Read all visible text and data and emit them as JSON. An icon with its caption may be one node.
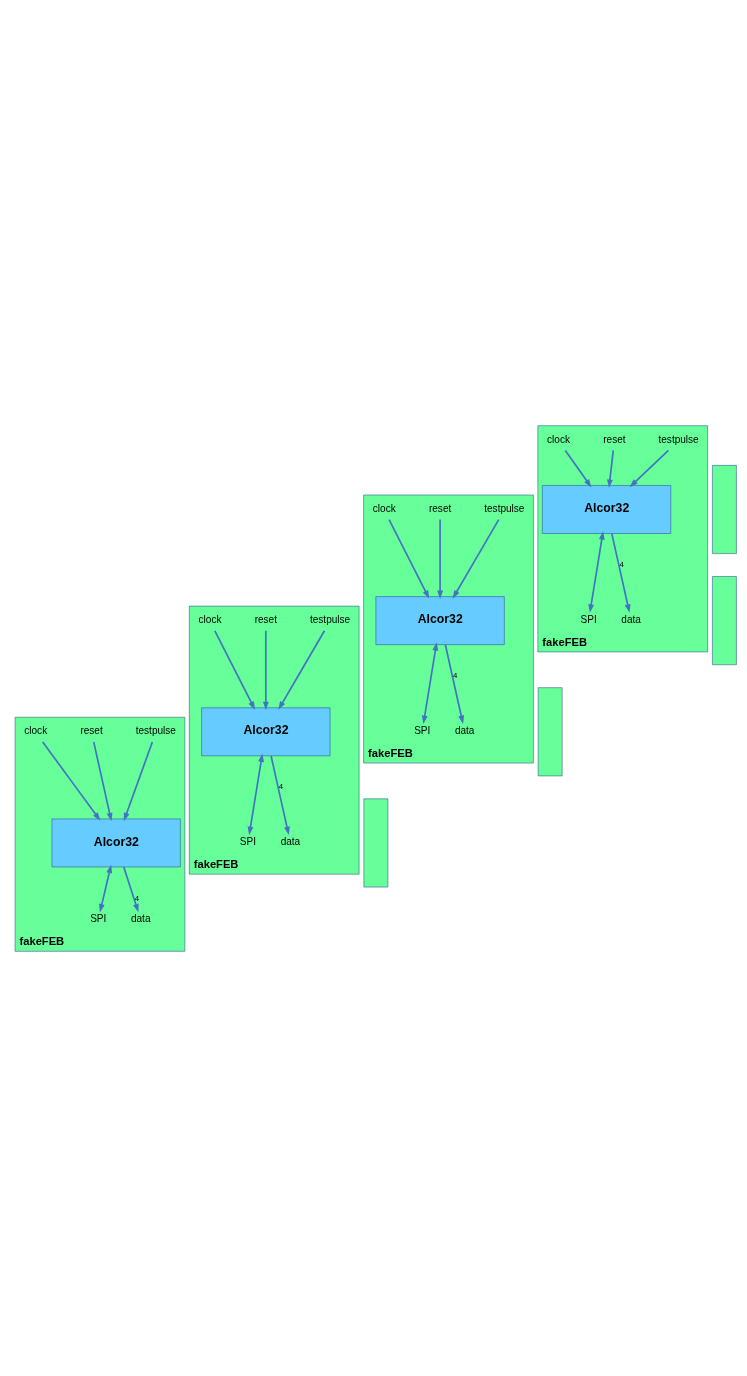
{
  "diagram": {
    "nodes": [
      {
        "text": [
          "fakeFEB"
        ]
      },
      {
        "text": [
          "Alcor32"
        ],
        "in": 0
      },
      {
        "text": [
          "clock"
        ],
        "in": 0
      },
      {
        "text": [
          "reset"
        ],
        "in": 0
      },
      {
        "text": [
          "testpulse"
        ],
        "in": 0
      },
      {
        "text": [
          "SPI"
        ],
        "in": 0
      },
      {
        "text": [
          "data"
        ],
        "in": 0
      },
      {
        "text": [],
        "shape": "box"
      },
      {
        "text": [
          "fakeFEB"
        ]
      },
      {
        "text": [
          "Alcor32"
        ],
        "in": 8
      },
      {
        "text": [
          "clock"
        ],
        "in": 8
      },
      {
        "text": [
          "reset"
        ],
        "in": 8
      },
      {
        "text": [
          "testpulse"
        ],
        "in": 8
      },
      {
        "text": [
          "SPI"
        ],
        "in": 8
      },
      {
        "text": [
          "data"
        ],
        "in": 8
      },
      {
        "text": [],
        "shape": "box"
      },
      {
        "text": [
          "fakeFEB"
        ]
      },
      {
        "text": [
          "Alcor32"
        ],
        "in": 16
      },
      {
        "text": [
          "clock"
        ],
        "in": 16
      },
      {
        "text": [
          "reset"
        ],
        "in": 16
      },
      {
        "text": [
          "testpulse"
        ],
        "in": 16
      },
      {
        "text": [
          "SPI"
        ],
        "in": 16
      },
      {
        "text": [
          "data"
        ],
        "in": 16
      },
      {
        "text": [],
        "shape": "box"
      },
      {
        "text": [
          "fakeFEB"
        ]
      },
      {
        "text": [
          "Alcor32"
        ],
        "in": 24
      },
      {
        "text": [
          "clock"
        ],
        "in": 24
      },
      {
        "text": [
          "reset"
        ],
        "in": 24
      },
      {
        "text": [
          "testpulse"
        ],
        "in": 24
      },
      {
        "text": [
          "SPI"
        ],
        "in": 24
      },
      {
        "text": [
          "data"
        ],
        "in": 24
      },
      {
        "text": [],
        "shape": "box"
      }
    ],
    "edges": [
      {
        "from": 2,
        "to": 1,
        "arrow": "to"
      },
      {
        "from": 3,
        "to": 1,
        "arrow": "to"
      },
      {
        "from": 4,
        "to": 1,
        "arrow": "to"
      },
      {
        "from": 1,
        "to": 5,
        "arrow": "both"
      },
      {
        "from": 1,
        "to": 6,
        "arrow": "to",
        "label": "4"
      },
      {
        "from": 10,
        "to": 9,
        "arrow": "to"
      },
      {
        "from": 11,
        "to": 9,
        "arrow": "to"
      },
      {
        "from": 12,
        "to": 9,
        "arrow": "to"
      },
      {
        "from": 9,
        "to": 13,
        "arrow": "both"
      },
      {
        "from": 9,
        "to": 14,
        "arrow": "to",
        "label": "4"
      },
      {
        "from": 18,
        "to": 17,
        "arrow": "to"
      },
      {
        "from": 19,
        "to": 17,
        "arrow": "to"
      },
      {
        "from": 20,
        "to": 17,
        "arrow": "to"
      },
      {
        "from": 17,
        "to": 21,
        "arrow": "both"
      },
      {
        "from": 17,
        "to": 22,
        "arrow": "to",
        "label": "4"
      },
      {
        "from": 26,
        "to": 25,
        "arrow": "to"
      },
      {
        "from": 27,
        "to": 25,
        "arrow": "to"
      },
      {
        "from": 28,
        "to": 25,
        "arrow": "to"
      },
      {
        "from": 25,
        "to": 29,
        "arrow": "both"
      },
      {
        "from": 25,
        "to": 30,
        "arrow": "to",
        "label": "4"
      }
    ]
  }
}
